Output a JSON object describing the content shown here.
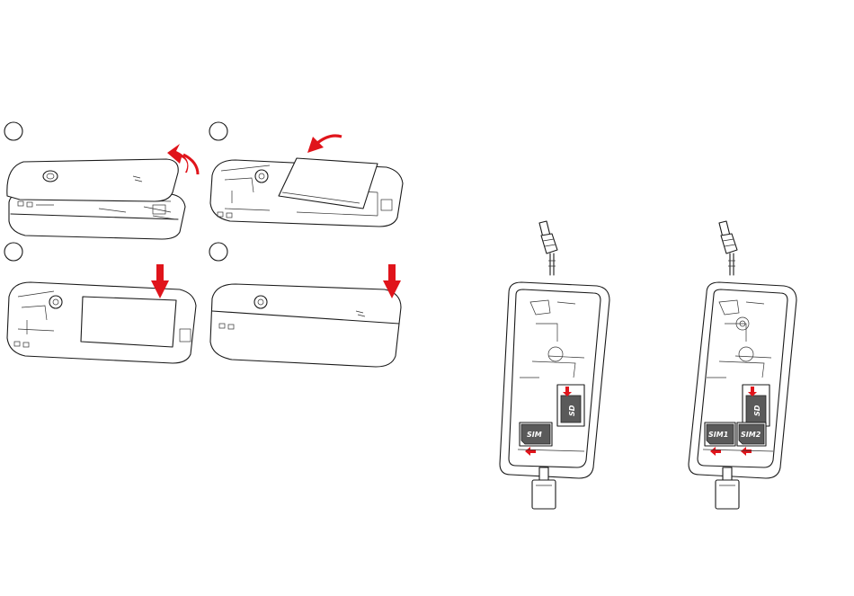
{
  "steps": [
    {
      "id": "step-1",
      "action": "remove-back-cover"
    },
    {
      "id": "step-2",
      "action": "remove-battery"
    },
    {
      "id": "step-3",
      "action": "insert-battery"
    },
    {
      "id": "step-4",
      "action": "attach-back-cover"
    }
  ],
  "single_sim_phone": {
    "sim_label": "SIM",
    "sd_label": "SD"
  },
  "dual_sim_phone": {
    "sim1_label": "SIM1",
    "sim2_label": "SIM2",
    "sd_label": "SD"
  },
  "colors": {
    "arrow": "#e0141b",
    "line": "#1a1a1a",
    "card": "#5a5a5a"
  }
}
